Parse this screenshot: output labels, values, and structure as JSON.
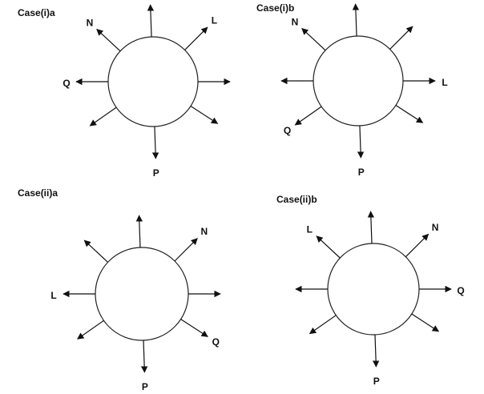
{
  "diagrams": [
    {
      "title": "Case(i)a",
      "labels": {
        "nw": "N",
        "ne": "L",
        "w": "Q",
        "s": "P"
      }
    },
    {
      "title": "Case(i)b",
      "labels": {
        "nw": "N",
        "e": "L",
        "sw": "Q",
        "s": "P"
      }
    },
    {
      "title": "Case(ii)a",
      "labels": {
        "ne": "N",
        "w": "L",
        "se": "Q",
        "s": "P"
      }
    },
    {
      "title": "Case(ii)b",
      "labels": {
        "nw": "L",
        "ne": "N",
        "e": "Q",
        "s": "P"
      }
    }
  ]
}
